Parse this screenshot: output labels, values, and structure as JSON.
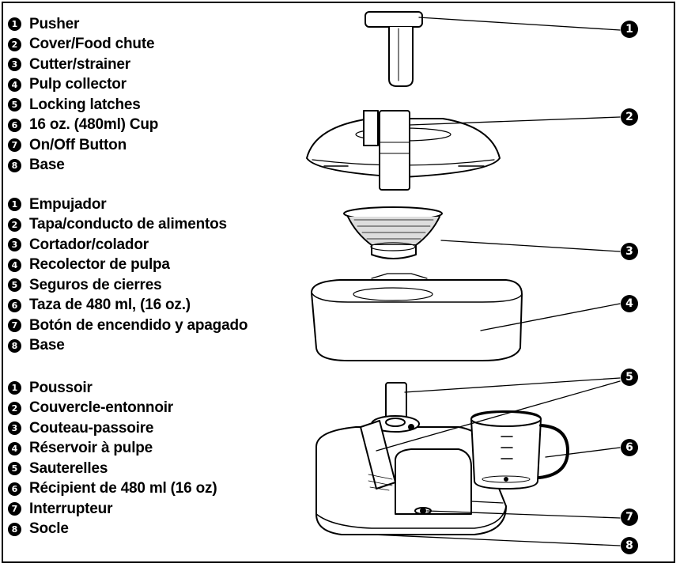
{
  "parts": {
    "english": [
      {
        "num": "1",
        "label": "Pusher"
      },
      {
        "num": "2",
        "label": "Cover/Food chute"
      },
      {
        "num": "3",
        "label": "Cutter/strainer"
      },
      {
        "num": "4",
        "label": "Pulp collector"
      },
      {
        "num": "5",
        "label": "Locking latches"
      },
      {
        "num": "6",
        "label": "16 oz. (480ml) Cup"
      },
      {
        "num": "7",
        "label": "On/Off Button"
      },
      {
        "num": "8",
        "label": "Base"
      }
    ],
    "spanish": [
      {
        "num": "1",
        "label": "Empujador"
      },
      {
        "num": "2",
        "label": "Tapa/conducto de alimentos"
      },
      {
        "num": "3",
        "label": "Cortador/colador"
      },
      {
        "num": "4",
        "label": "Recolector de pulpa"
      },
      {
        "num": "5",
        "label": "Seguros de cierres"
      },
      {
        "num": "6",
        "label": "Taza de 480 ml, (16 oz.)"
      },
      {
        "num": "7",
        "label": "Botón de encendido y apagado"
      },
      {
        "num": "8",
        "label": "Base"
      }
    ],
    "french": [
      {
        "num": "1",
        "label": "Poussoir"
      },
      {
        "num": "2",
        "label": "Couvercle-entonnoir"
      },
      {
        "num": "3",
        "label": "Couteau-passoire"
      },
      {
        "num": "4",
        "label": "Réservoir à pulpe"
      },
      {
        "num": "5",
        "label": "Sauterelles"
      },
      {
        "num": "6",
        "label": "Récipient de 480 ml (16 oz)"
      },
      {
        "num": "7",
        "label": "Interrupteur"
      },
      {
        "num": "8",
        "label": "Socle"
      }
    ]
  },
  "callouts": [
    "1",
    "2",
    "3",
    "4",
    "5",
    "6",
    "7",
    "8"
  ]
}
